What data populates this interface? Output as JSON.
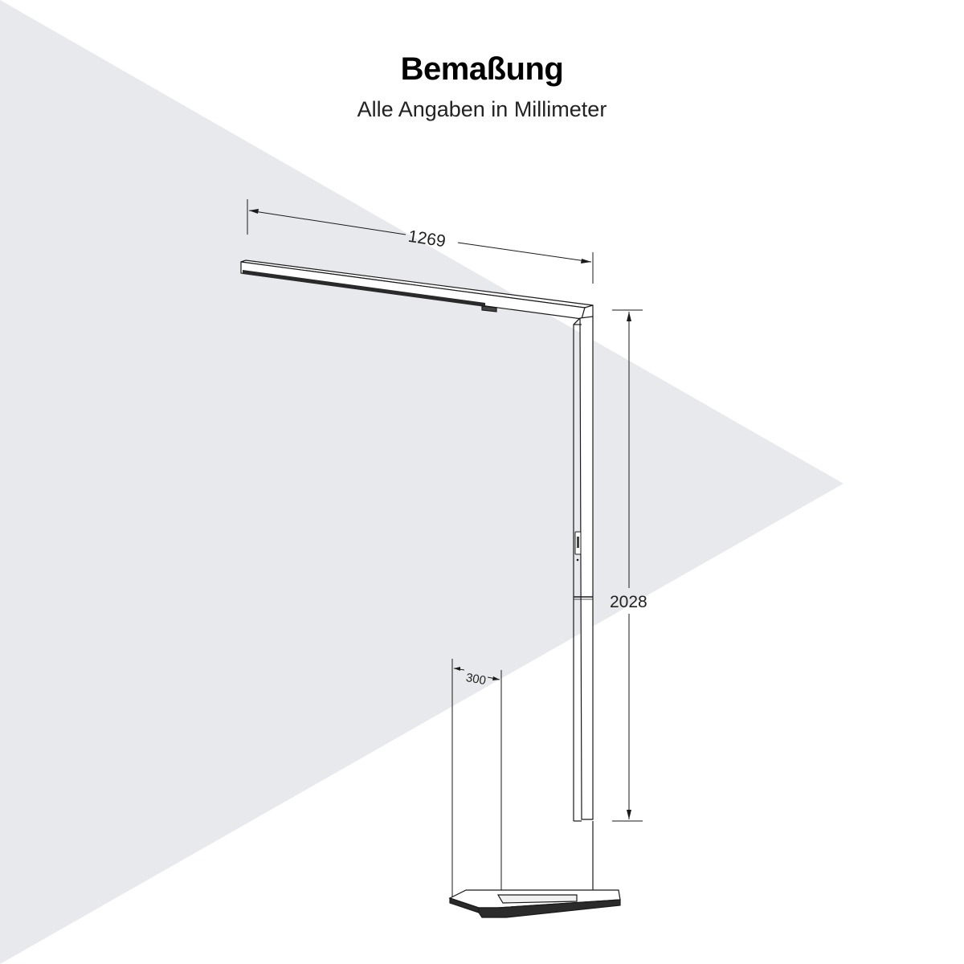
{
  "header": {
    "title": "Bemaßung",
    "subtitle": "Alle Angaben in Millimeter"
  },
  "dimensions": {
    "width": "1269",
    "height": "2028",
    "base": "300"
  },
  "colors": {
    "background_triangle": "#e8e9ed",
    "line": "#1a1a1a",
    "text": "#222222"
  }
}
